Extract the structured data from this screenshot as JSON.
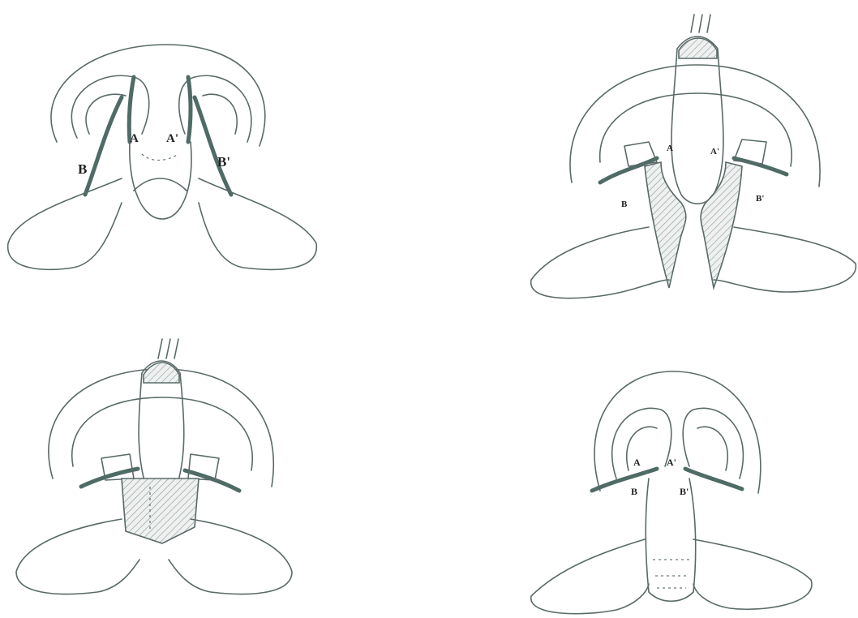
{
  "panels": [
    {
      "labels": [
        "A",
        "A'",
        "B",
        "B'"
      ]
    },
    {
      "labels": [
        "A",
        "A'",
        "B",
        "B'"
      ]
    },
    {
      "labels": []
    },
    {
      "labels": [
        "A",
        "A'",
        "B",
        "B'"
      ]
    }
  ]
}
